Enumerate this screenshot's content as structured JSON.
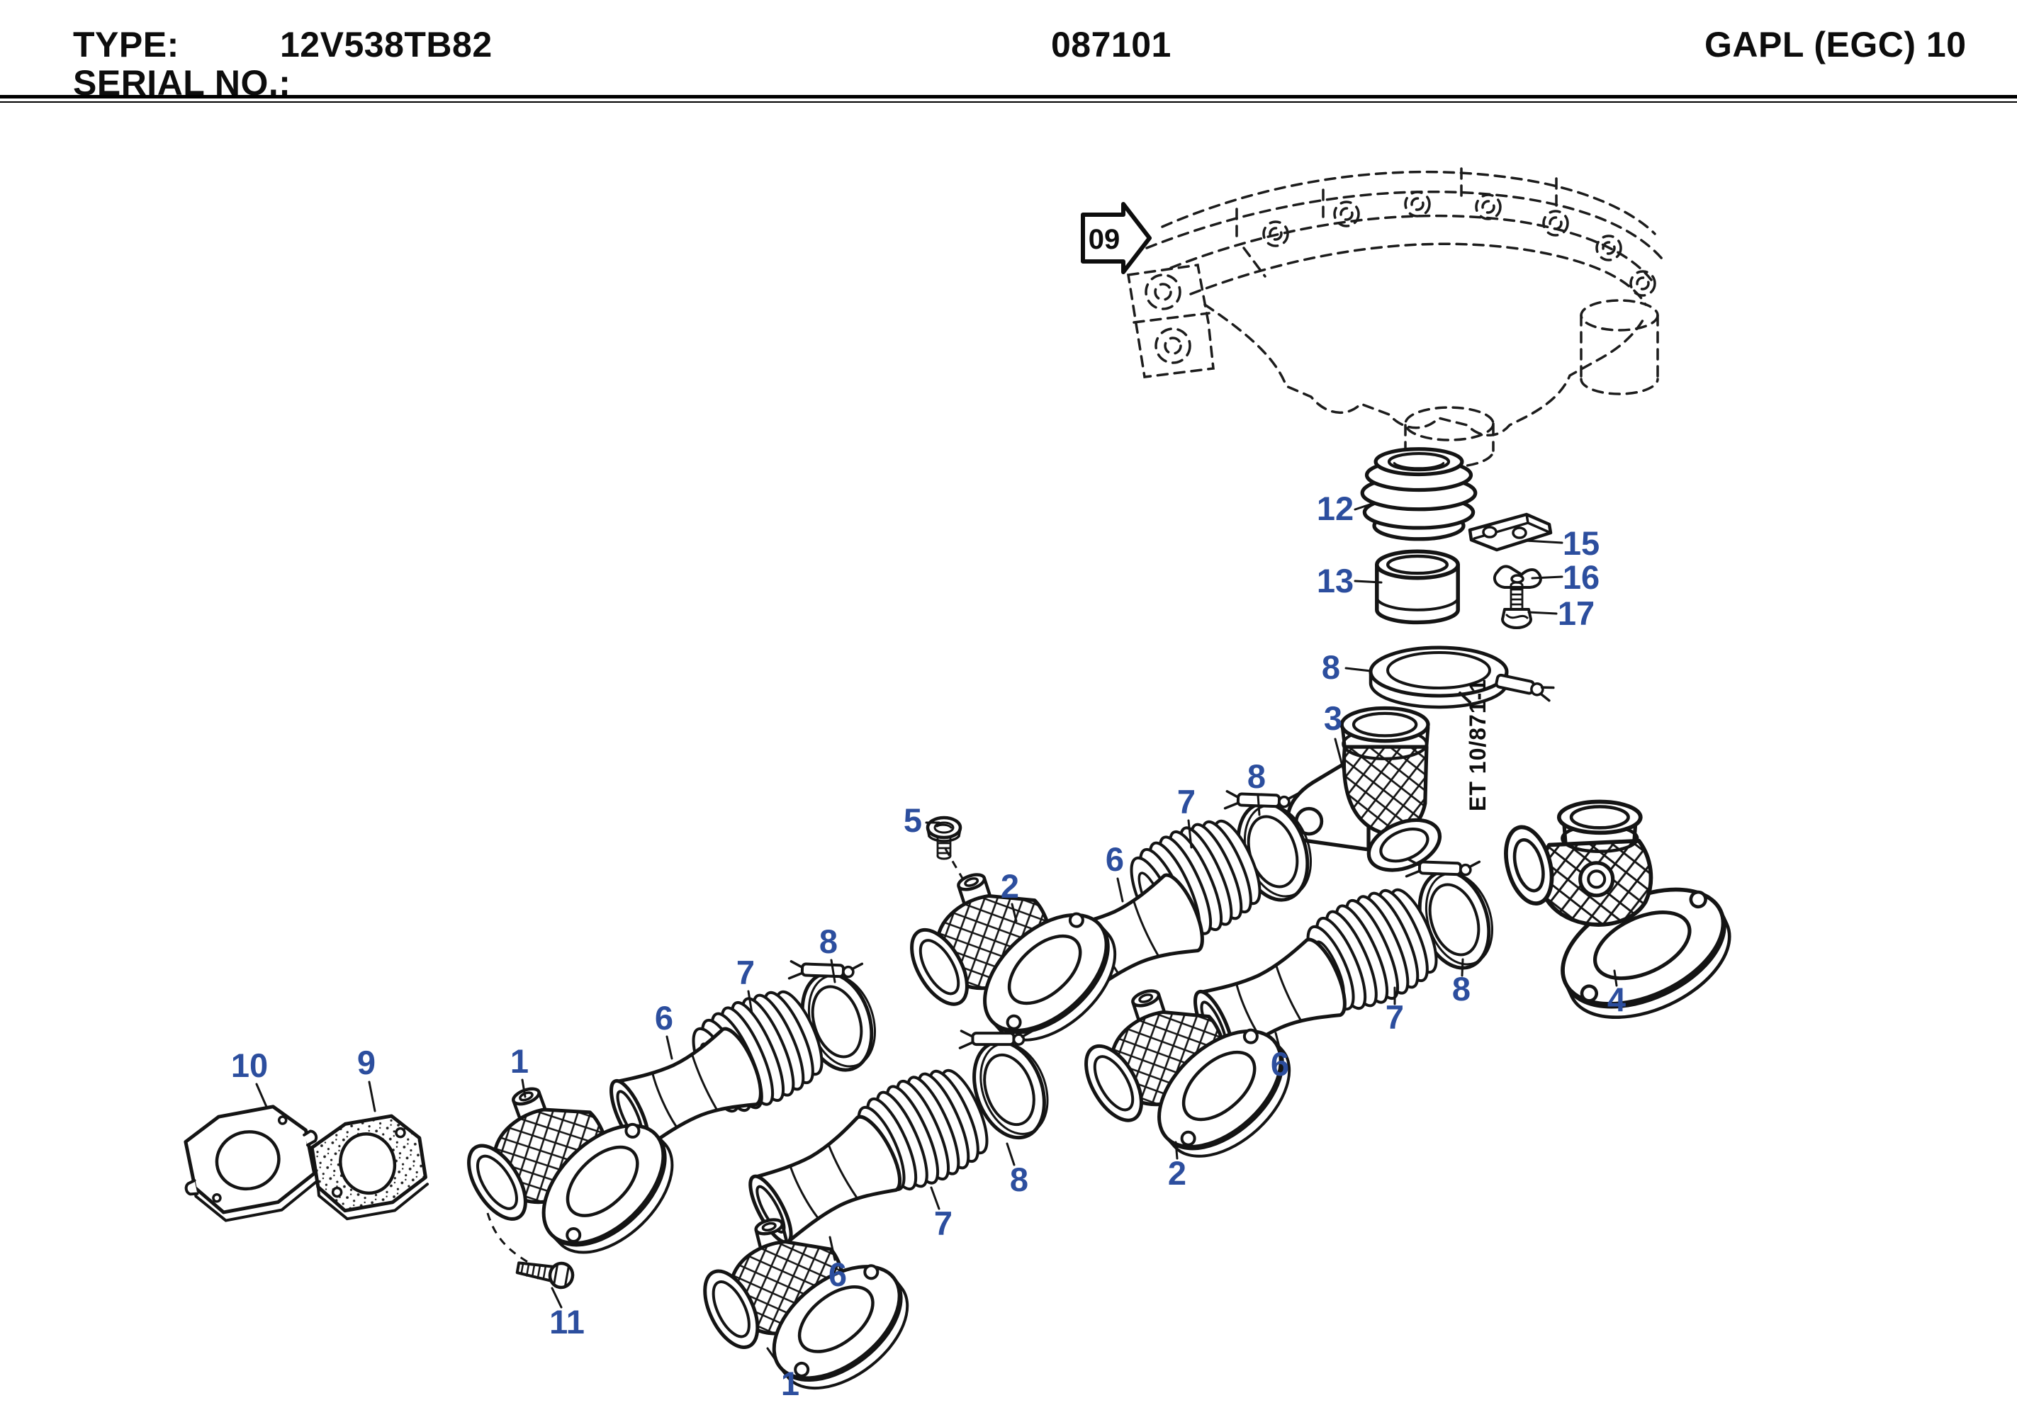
{
  "header": {
    "type_label": "TYPE:",
    "type_value": "12V538TB82",
    "serial_label": "SERIAL NO.:",
    "center_code": "087101",
    "right_code": "GAPL (EGC) 10"
  },
  "diagram": {
    "ref_arrow": "09",
    "drawing_number": "ET 10/871-1",
    "accent_color": "#2c4e9e",
    "callouts": [
      {
        "text": "12"
      },
      {
        "text": "15"
      },
      {
        "text": "13"
      },
      {
        "text": "16"
      },
      {
        "text": "17"
      },
      {
        "text": "8"
      },
      {
        "text": "3"
      },
      {
        "text": "5"
      },
      {
        "text": "2"
      },
      {
        "text": "6"
      },
      {
        "text": "7"
      },
      {
        "text": "8"
      },
      {
        "text": "10"
      },
      {
        "text": "9"
      },
      {
        "text": "1"
      },
      {
        "text": "11"
      },
      {
        "text": "6"
      },
      {
        "text": "7"
      },
      {
        "text": "8"
      },
      {
        "text": "1"
      },
      {
        "text": "6"
      },
      {
        "text": "7"
      },
      {
        "text": "8"
      },
      {
        "text": "2"
      },
      {
        "text": "6"
      },
      {
        "text": "7"
      },
      {
        "text": "8"
      },
      {
        "text": "4"
      }
    ]
  }
}
